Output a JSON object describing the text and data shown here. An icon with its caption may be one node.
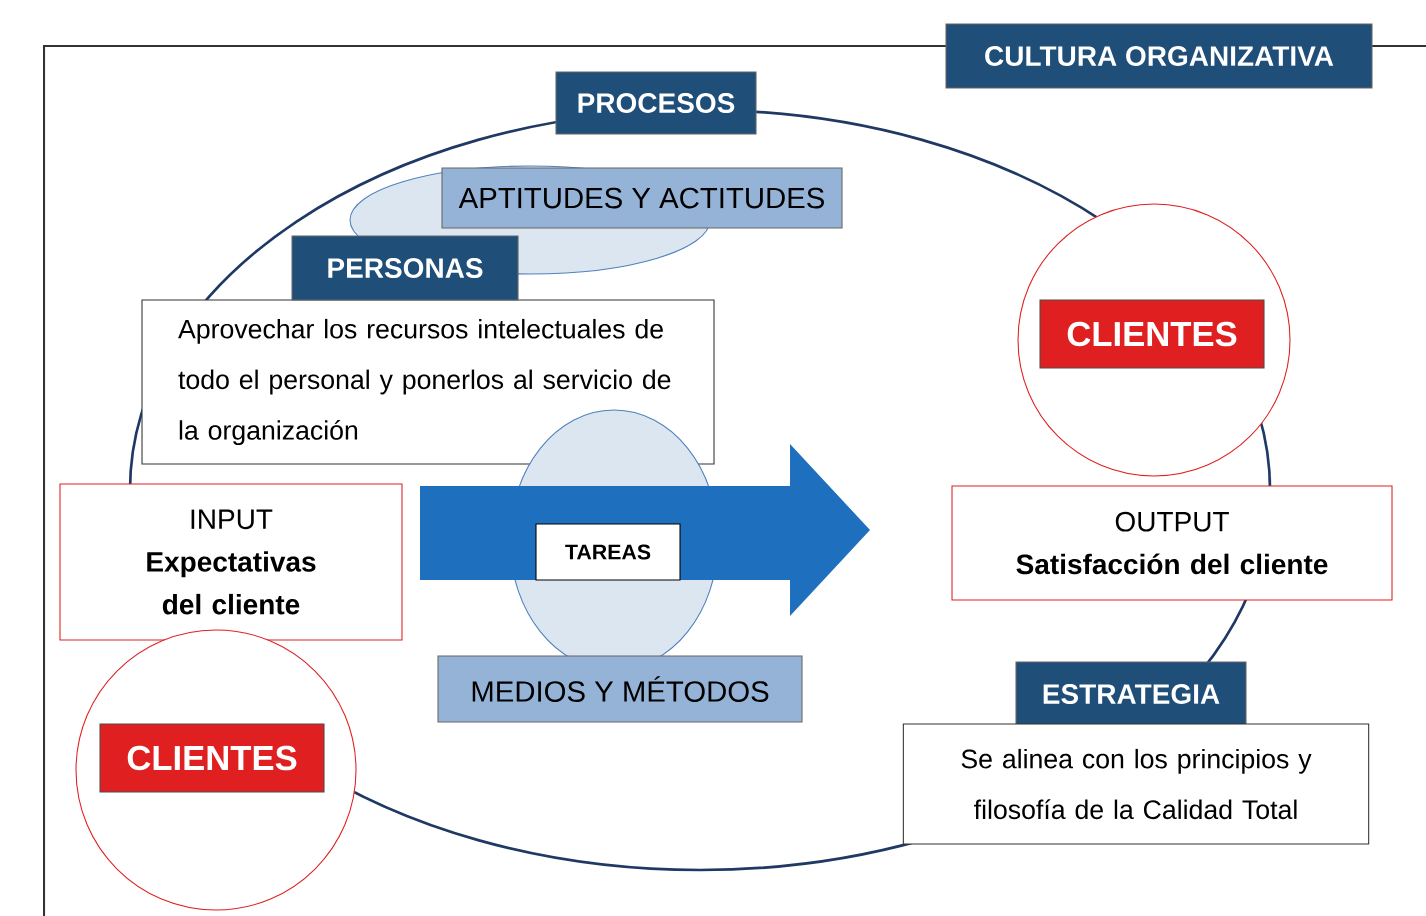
{
  "diagram": {
    "nodes": [
      {
        "text": [
          "CULTURA ORGANIZATIVA"
        ]
      },
      {
        "text": [],
        "shape": "ellipse",
        "in": 0
      },
      {
        "text": [
          "PROCESOS"
        ],
        "in": 0
      },
      {
        "text": [
          "APTITUDES Y ACTITUDES"
        ],
        "in": 1
      },
      {
        "text": [
          "PERSONAS",
          "Aprovechar los recursos intelectuales de todo el personal y ponerlos al servicio de la organización"
        ],
        "in": 1
      },
      {
        "text": [
          "CLIENTES"
        ],
        "in": 0
      },
      {
        "text": [
          "INPUT",
          "Expectativas del cliente"
        ],
        "in": 0
      },
      {
        "text": [
          "TAREAS"
        ],
        "in": 1
      },
      {
        "text": [
          "MEDIOS Y MÉTODOS"
        ],
        "in": 1
      },
      {
        "text": [
          "OUTPUT",
          "Satisfacción del cliente"
        ],
        "in": 0
      },
      {
        "text": [
          "ESTRATEGIA"
        ],
        "in": 1
      },
      {
        "text": [
          "Se alinea con los principios y filosofía de la Calidad Total"
        ],
        "in": 0
      },
      {
        "text": [
          "CLIENTES"
        ],
        "in": 0
      }
    ]
  }
}
